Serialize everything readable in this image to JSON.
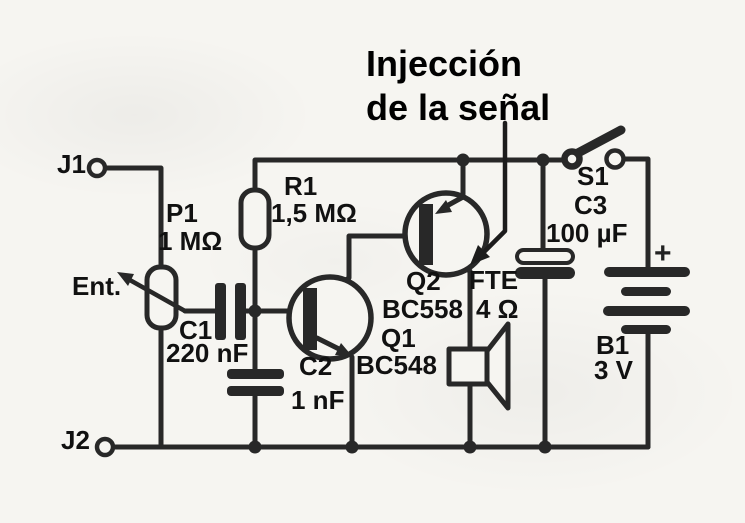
{
  "title": {
    "line1": "Injección",
    "line2": "de la señal"
  },
  "connectors": {
    "j1": "J1",
    "j2": "J2"
  },
  "labels": {
    "input": "Ent.",
    "p1_name": "P1",
    "p1_value": "1 MΩ",
    "c1_name": "C1",
    "c1_value": "220 nF",
    "r1_name": "R1",
    "r1_value": "1,5 MΩ",
    "c2_name": "C2",
    "c2_value": "1 nF",
    "q1_name": "Q1",
    "q1_value": "BC548",
    "q2_name": "Q2",
    "q2_value": "BC558",
    "speaker_name": "FTE",
    "speaker_value": "4 Ω",
    "c3_name": "C3",
    "c3_value": "100 µF",
    "s1_name": "S1",
    "b1_name": "B1",
    "b1_value": "3 V",
    "battery_polarity": "+"
  },
  "colors": {
    "ink": "#282828",
    "paper": "#f6f5f1",
    "label_text": "#000000"
  }
}
